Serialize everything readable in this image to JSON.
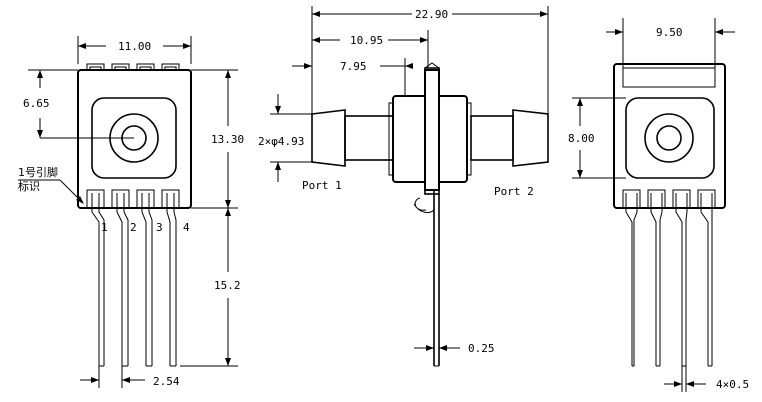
{
  "dimensions": {
    "width_11": "11.00",
    "height_6_65": "6.65",
    "height_13_30": "13.30",
    "lead_15_2": "15.2",
    "pitch_2_54": "2.54",
    "length_22_90": "22.90",
    "offset_10_95": "10.95",
    "offset_7_95": "7.95",
    "port_dia": "2×φ4.93",
    "thickness_0_25": "0.25",
    "width_9_50": "9.50",
    "height_8_00": "8.00",
    "lead_size": "4×0.5"
  },
  "labels": {
    "pin1_line1": "1号引脚",
    "pin1_line2": "标识",
    "port1": "Port 1",
    "port2": "Port 2"
  },
  "pin_numbers": [
    "1",
    "2",
    "3",
    "4"
  ]
}
